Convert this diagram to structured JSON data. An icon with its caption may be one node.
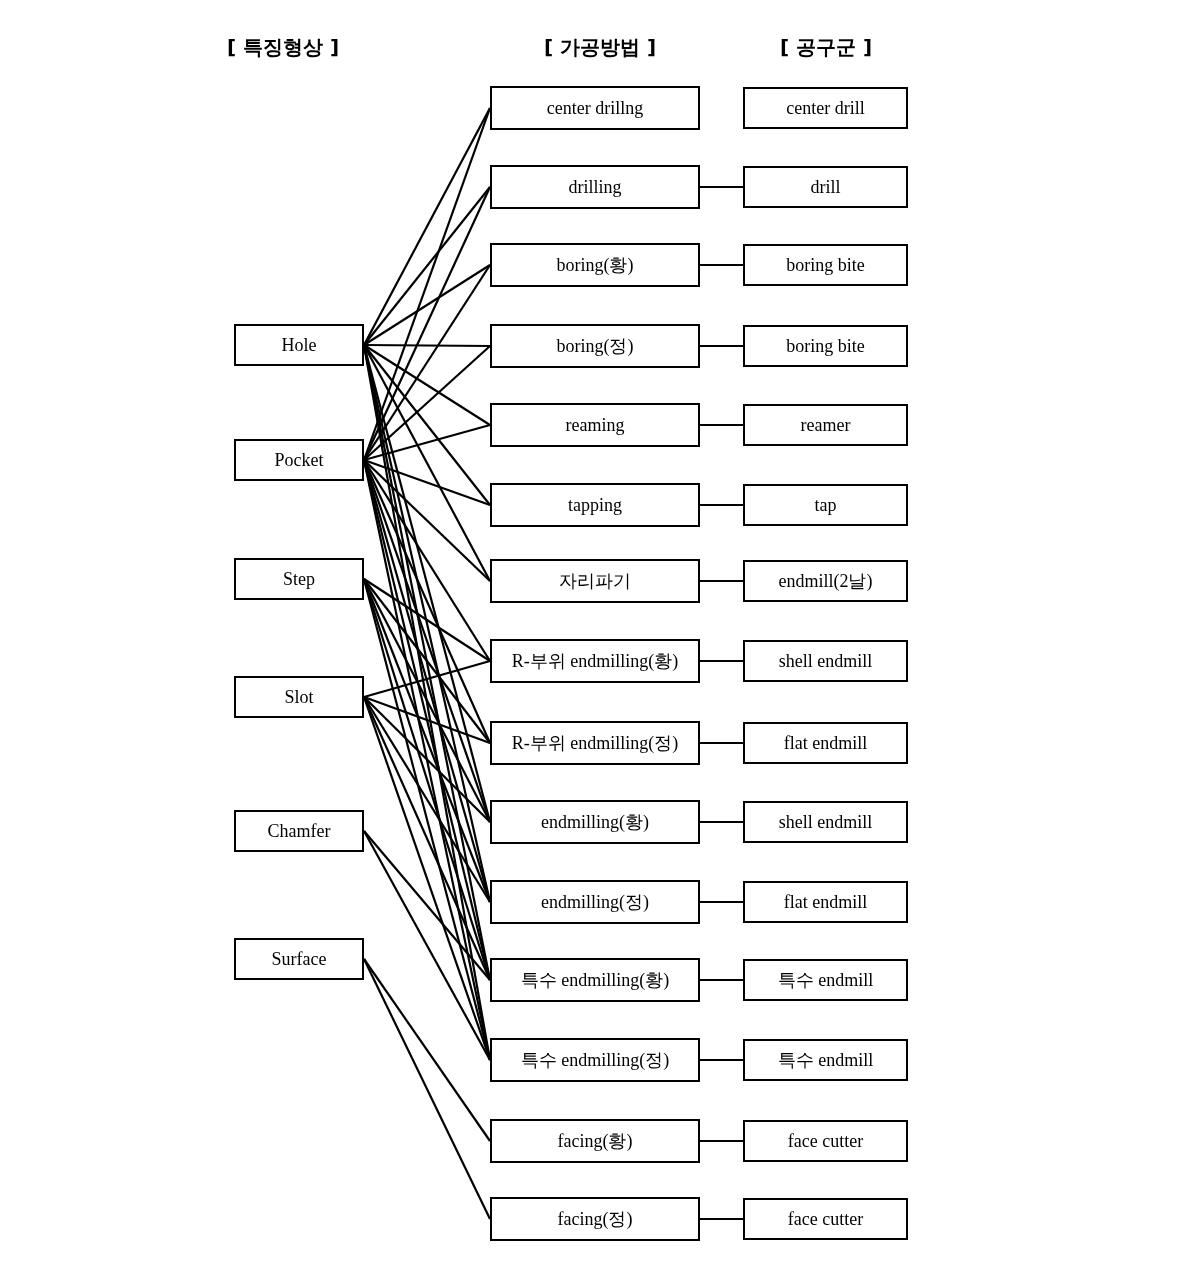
{
  "diagram": {
    "nodes": [
      {
        "text": [
          "Hole"
        ]
      },
      {
        "text": [
          "Pocket"
        ]
      },
      {
        "text": [
          "Step"
        ]
      },
      {
        "text": [
          "Slot"
        ]
      },
      {
        "text": [
          "Chamfer"
        ]
      },
      {
        "text": [
          "Surface"
        ]
      },
      {
        "text": [
          "center drillng"
        ]
      },
      {
        "text": [
          "drilling"
        ]
      },
      {
        "text": [
          "boring(황)"
        ]
      },
      {
        "text": [
          "boring(정)"
        ]
      },
      {
        "text": [
          "reaming"
        ]
      },
      {
        "text": [
          "tapping"
        ]
      },
      {
        "text": [
          "자리파기"
        ]
      },
      {
        "text": [
          "R-부위 endmilling(황)"
        ]
      },
      {
        "text": [
          "R-부위 endmilling(정)"
        ]
      },
      {
        "text": [
          "endmilling(황)"
        ]
      },
      {
        "text": [
          "endmilling(정)"
        ]
      },
      {
        "text": [
          "특수 endmilling(황)"
        ]
      },
      {
        "text": [
          "특수 endmilling(정)"
        ]
      },
      {
        "text": [
          "facing(황)"
        ]
      },
      {
        "text": [
          "facing(정)"
        ]
      },
      {
        "text": [
          "center drill"
        ]
      },
      {
        "text": [
          "drill"
        ]
      },
      {
        "text": [
          "boring bite"
        ]
      },
      {
        "text": [
          "boring bite"
        ]
      },
      {
        "text": [
          "reamer"
        ]
      },
      {
        "text": [
          "tap"
        ]
      },
      {
        "text": [
          "endmill(2날)"
        ]
      },
      {
        "text": [
          "shell endmill"
        ]
      },
      {
        "text": [
          "flat endmill"
        ]
      },
      {
        "text": [
          "shell endmill"
        ]
      },
      {
        "text": [
          "flat endmill"
        ]
      },
      {
        "text": [
          "특수 endmill"
        ]
      },
      {
        "text": [
          "특수 endmill"
        ]
      },
      {
        "text": [
          "face cutter"
        ]
      },
      {
        "text": [
          "face cutter"
        ]
      }
    ],
    "edges": [
      {
        "from": 0,
        "to": 6,
        "arrow": "none"
      },
      {
        "from": 0,
        "to": 7,
        "arrow": "none"
      },
      {
        "from": 0,
        "to": 8,
        "arrow": "none"
      },
      {
        "from": 0,
        "to": 9,
        "arrow": "none"
      },
      {
        "from": 0,
        "to": 10,
        "arrow": "none"
      },
      {
        "from": 0,
        "to": 11,
        "arrow": "none"
      },
      {
        "from": 0,
        "to": 12,
        "arrow": "none"
      },
      {
        "from": 0,
        "to": 15,
        "arrow": "none"
      },
      {
        "from": 0,
        "to": 16,
        "arrow": "none"
      },
      {
        "from": 0,
        "to": 17,
        "arrow": "none"
      },
      {
        "from": 0,
        "to": 18,
        "arrow": "none"
      },
      {
        "from": 1,
        "to": 6,
        "arrow": "none"
      },
      {
        "from": 1,
        "to": 7,
        "arrow": "none"
      },
      {
        "from": 1,
        "to": 8,
        "arrow": "none"
      },
      {
        "from": 1,
        "to": 9,
        "arrow": "none"
      },
      {
        "from": 1,
        "to": 10,
        "arrow": "none"
      },
      {
        "from": 1,
        "to": 11,
        "arrow": "none"
      },
      {
        "from": 1,
        "to": 12,
        "arrow": "none"
      },
      {
        "from": 1,
        "to": 13,
        "arrow": "none"
      },
      {
        "from": 1,
        "to": 14,
        "arrow": "none"
      },
      {
        "from": 1,
        "to": 15,
        "arrow": "none"
      },
      {
        "from": 1,
        "to": 16,
        "arrow": "none"
      },
      {
        "from": 1,
        "to": 17,
        "arrow": "none"
      },
      {
        "from": 1,
        "to": 18,
        "arrow": "none"
      },
      {
        "from": 2,
        "to": 13,
        "arrow": "none"
      },
      {
        "from": 2,
        "to": 14,
        "arrow": "none"
      },
      {
        "from": 2,
        "to": 15,
        "arrow": "none"
      },
      {
        "from": 2,
        "to": 16,
        "arrow": "none"
      },
      {
        "from": 2,
        "to": 17,
        "arrow": "none"
      },
      {
        "from": 2,
        "to": 18,
        "arrow": "none"
      },
      {
        "from": 3,
        "to": 13,
        "arrow": "none"
      },
      {
        "from": 3,
        "to": 14,
        "arrow": "none"
      },
      {
        "from": 3,
        "to": 15,
        "arrow": "none"
      },
      {
        "from": 3,
        "to": 16,
        "arrow": "none"
      },
      {
        "from": 3,
        "to": 17,
        "arrow": "none"
      },
      {
        "from": 3,
        "to": 18,
        "arrow": "none"
      },
      {
        "from": 4,
        "to": 17,
        "arrow": "none"
      },
      {
        "from": 4,
        "to": 18,
        "arrow": "none"
      },
      {
        "from": 5,
        "to": 19,
        "arrow": "none"
      },
      {
        "from": 5,
        "to": 20,
        "arrow": "none"
      },
      {
        "from": 7,
        "to": 22,
        "arrow": "none"
      },
      {
        "from": 8,
        "to": 23,
        "arrow": "none"
      },
      {
        "from": 9,
        "to": 24,
        "arrow": "none"
      },
      {
        "from": 10,
        "to": 25,
        "arrow": "none"
      },
      {
        "from": 11,
        "to": 26,
        "arrow": "none"
      },
      {
        "from": 12,
        "to": 27,
        "arrow": "none"
      },
      {
        "from": 13,
        "to": 28,
        "arrow": "none"
      },
      {
        "from": 14,
        "to": 29,
        "arrow": "none"
      },
      {
        "from": 15,
        "to": 30,
        "arrow": "none"
      },
      {
        "from": 16,
        "to": 31,
        "arrow": "none"
      },
      {
        "from": 17,
        "to": 32,
        "arrow": "none"
      },
      {
        "from": 18,
        "to": 33,
        "arrow": "none"
      },
      {
        "from": 19,
        "to": 34,
        "arrow": "none"
      },
      {
        "from": 20,
        "to": 35,
        "arrow": "none"
      }
    ],
    "labels": [
      "[ 특징형상 ]",
      "[ 가공방법 ]",
      "[ 공구군 ]"
    ]
  }
}
